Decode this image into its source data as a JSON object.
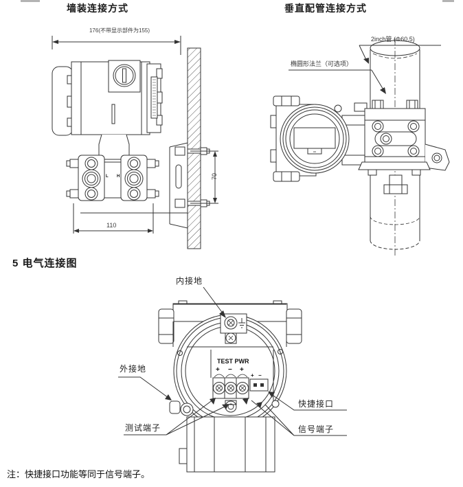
{
  "header": {
    "wall_title": "墙装连接方式",
    "pipe_title": "垂直配管连接方式"
  },
  "wall_diagram": {
    "width_dim": "176(不带显示部件为155)",
    "bracket_dim": "70",
    "flange_dim": "110",
    "low_port": "L",
    "high_port": "H"
  },
  "pipe_diagram": {
    "pipe_label": "2inch管 (Φ60.5)",
    "flange_label": "椭圆形法兰（可选项）"
  },
  "electrical": {
    "heading": "5 电气连接图",
    "terminal_title": "TEST PWR",
    "polarity": [
      "+",
      "−",
      "+"
    ],
    "connector_polarity": [
      "+",
      "−"
    ],
    "labels": {
      "inner_ground": "内接地",
      "outer_ground": "外接地",
      "test_terminal": "测试端子",
      "quick_port": "快捷接口",
      "signal_terminal": "信号端子"
    }
  },
  "note": "注：快捷接口功能等同于信号端子。"
}
